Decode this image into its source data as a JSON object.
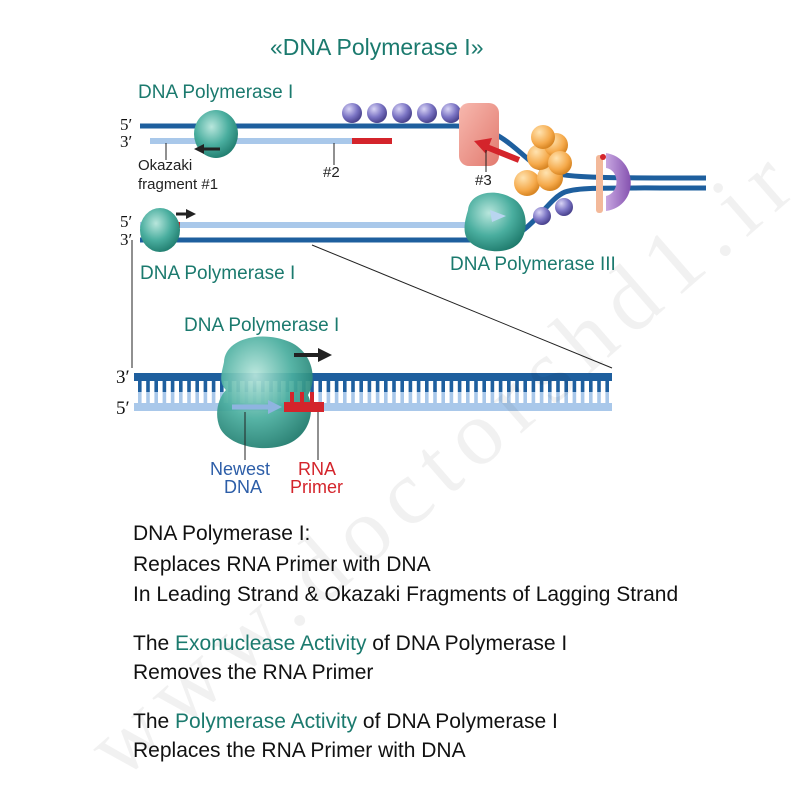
{
  "title": "«DNA Polymerase I»",
  "watermark": "www.doctorshd1.ir",
  "labels": {
    "pol1_top": "DNA Polymerase I",
    "pol1_mid": "DNA Polymerase I",
    "pol1_zoom": "DNA Polymerase I",
    "pol3": "DNA Polymerase III",
    "okazaki_1": "Okazaki",
    "okazaki_2": "fragment #1",
    "frag2": "#2",
    "frag3": "#3",
    "newest_1": "Newest",
    "newest_2": "DNA",
    "rna_1": "RNA",
    "rna_2": "Primer"
  },
  "strand_ends": {
    "a5": "5′",
    "a3": "3′",
    "b5": "5′",
    "b3": "3′",
    "z3": "3′",
    "z5": "5′"
  },
  "text": {
    "head": "DNA Polymerase I:",
    "l1": "Replaces RNA Primer with DNA",
    "l2": "In Leading Strand & Okazaki Fragments of Lagging Strand",
    "p1_pre": "The ",
    "p1_hl": "Exonuclease Activity",
    "p1_post": " of DNA Polymerase I",
    "p1_l2": "Removes the RNA Primer",
    "p2_pre": "The ",
    "p2_hl": "Polymerase Activity",
    "p2_post": " of DNA Polymerase I",
    "p2_l2": "Replaces the RNA Primer with DNA"
  },
  "colors": {
    "dna_dark": "#1e5f9e",
    "dna_light": "#a9c8ea",
    "rna_primer": "#d4242b",
    "polymerase": "#3fa596",
    "helicase": "#f5a94a",
    "primase": "#f0958a",
    "topoisomerase": "#9b6cc0",
    "ssb": "#7b74c4"
  }
}
